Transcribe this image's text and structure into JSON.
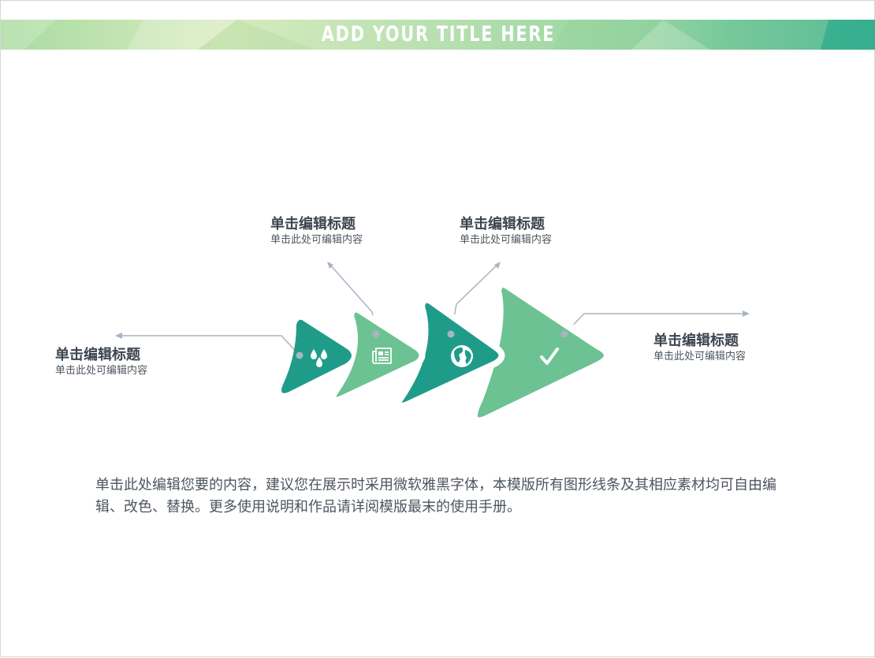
{
  "header": {
    "title": "ADD YOUR TITLE HERE"
  },
  "steps": [
    {
      "title": "单击编辑标题",
      "subtitle": "单击此处可编辑内容",
      "icon": "water-drops-icon"
    },
    {
      "title": "单击编辑标题",
      "subtitle": "单击此处可编辑内容",
      "icon": "newspaper-icon"
    },
    {
      "title": "单击编辑标题",
      "subtitle": "单击此处可编辑内容",
      "icon": "globe-icon"
    },
    {
      "title": "单击编辑标题",
      "subtitle": "单击此处可编辑内容",
      "icon": "checkmark-icon"
    }
  ],
  "body": {
    "text": "单击此处编辑您要的内容，建议您在展示时采用微软雅黑字体，本模版所有图形线条及其相应素材均可自由编辑、改色、替换。更多使用说明和作品请详阅模版最末的使用手册。"
  },
  "colors": {
    "dark_teal": "#1f9c89",
    "light_green": "#6cc292",
    "connector": "#a9b4c2",
    "banner_light": "#dcecc4",
    "banner_dark": "#3fb38f"
  }
}
